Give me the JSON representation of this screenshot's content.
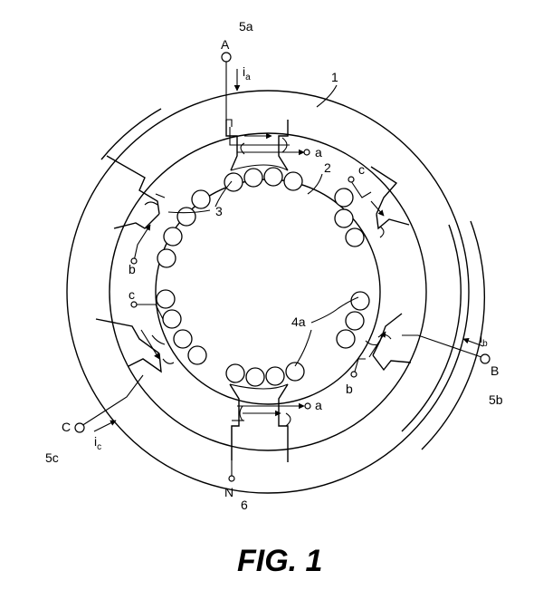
{
  "figure": {
    "caption": "FIG. 1",
    "labels": {
      "ref_1": "1",
      "ref_2": "2",
      "ref_3": "3",
      "ref_4a": "4a",
      "ref_5a": "5a",
      "ref_5b": "5b",
      "ref_5c": "5c",
      "ref_6": "6",
      "terminal_A": "A",
      "terminal_B": "B",
      "terminal_C": "C",
      "terminal_N": "N",
      "current_a_main": "i",
      "current_a_sub": "a",
      "current_b_main": "i",
      "current_b_sub": "b",
      "current_c_main": "i",
      "current_c_sub": "c",
      "coil_a_top": "a",
      "coil_a_bottom": "a",
      "coil_b_left": "b",
      "coil_b_right": "b",
      "coil_c_left": "c",
      "coil_c_right": "c"
    }
  }
}
